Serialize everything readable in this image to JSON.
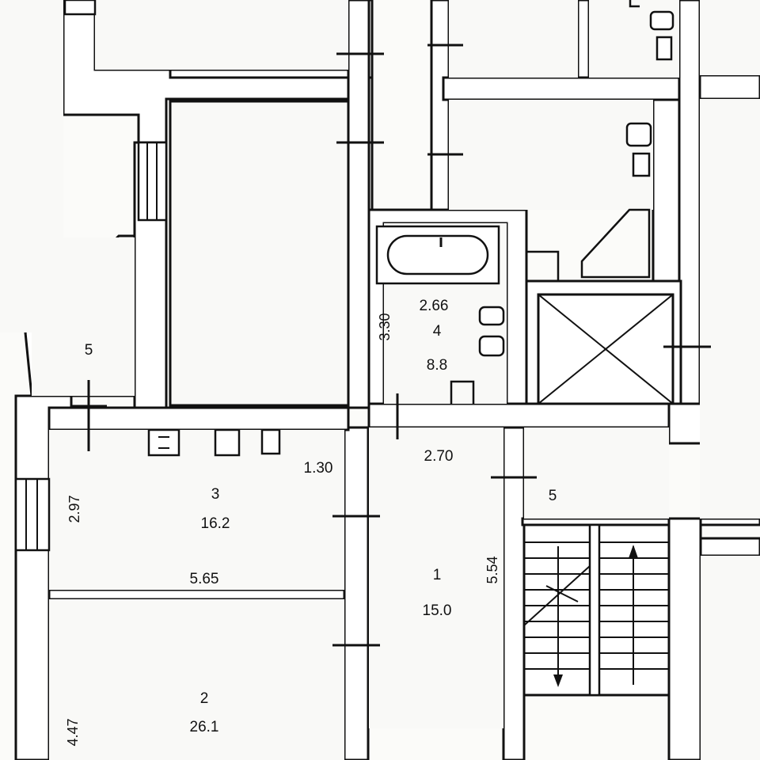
{
  "rooms": [
    {
      "id": "room-1",
      "number": "1",
      "area": "15.0",
      "dims": [
        "2.70",
        "5.54"
      ]
    },
    {
      "id": "room-2",
      "number": "2",
      "area": "26.1",
      "dims": [
        "4.47"
      ]
    },
    {
      "id": "room-3",
      "number": "3",
      "area": "16.2",
      "dims": [
        "2.97",
        "5.65",
        "1.30"
      ]
    },
    {
      "id": "room-4",
      "number": "4",
      "area": "8.8",
      "dims": [
        "2.66",
        "3.30"
      ]
    },
    {
      "id": "room-5a",
      "number": "5"
    },
    {
      "id": "room-5b",
      "number": "5"
    }
  ],
  "colors": {
    "wall_line": "#111111",
    "paper": "#fbfbf9"
  }
}
